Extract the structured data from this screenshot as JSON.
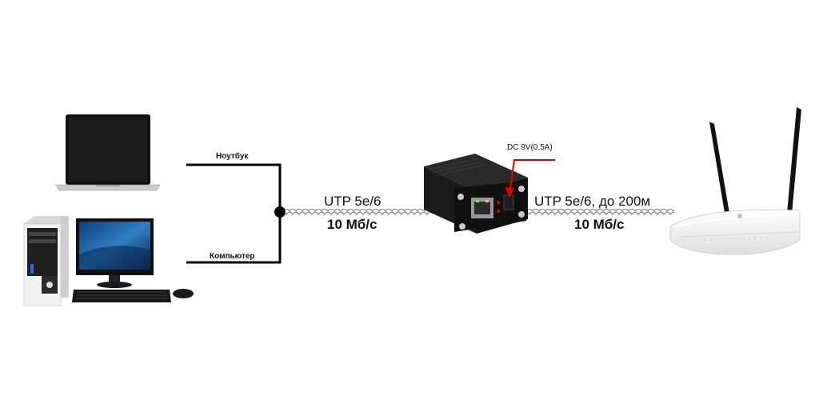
{
  "devices": {
    "laptop_label": "Ноутбук",
    "computer_label": "Компьютер",
    "dc_label": "DC 9V(0.5A)"
  },
  "link_left": {
    "cable": "UTP 5e/6",
    "speed": "10 Мб/с"
  },
  "link_right": {
    "cable": "UTP 5e/6, до 200м",
    "speed": "10 Мб/с"
  },
  "colors": {
    "line": "#000000",
    "cable": "#888888",
    "accent": "#e00000",
    "router": "#f2f2f2",
    "device": "#1a1a1a"
  },
  "icons": [
    "laptop-icon",
    "desktop-pc-icon",
    "network-extender-icon",
    "router-icon"
  ]
}
